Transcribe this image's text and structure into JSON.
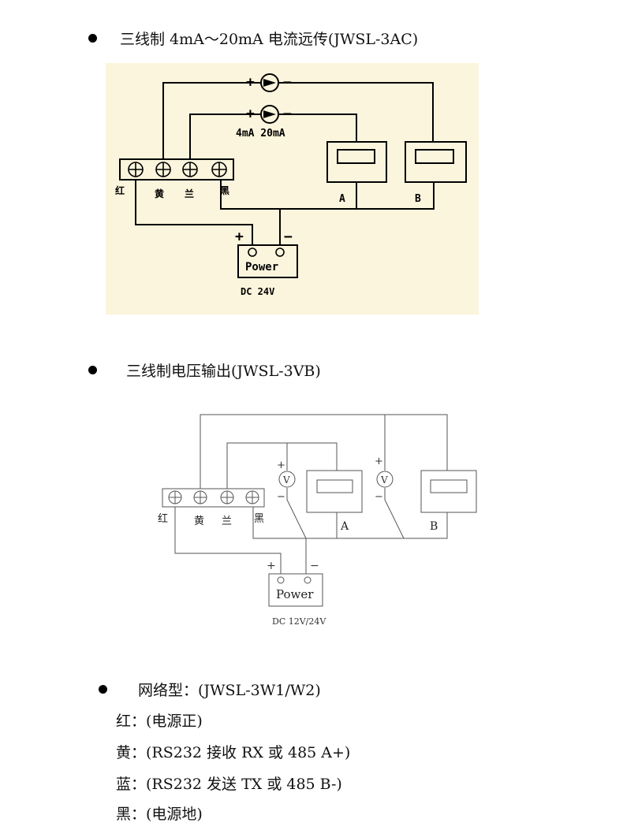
{
  "section1": {
    "title": "三线制 4mA～20mA 电流远传(JWSL-3AC)",
    "meter_plus": "+",
    "meter_minus": "−",
    "signal_label": "4mA 20mA",
    "terminals": [
      "红",
      "黄",
      "兰",
      "黑"
    ],
    "device_a": "A",
    "device_b": "B",
    "power_label": "Power",
    "power_plus": "+",
    "power_minus": "−",
    "supply_label": "DC 24V",
    "colors": {
      "panel_bg": "#fbf5dd",
      "line": "#000000"
    }
  },
  "section2": {
    "title": "三线制电压输出(JWSL-3VB)",
    "meter_symbol": "V",
    "meter_plus": "+",
    "meter_minus": "−",
    "terminals": [
      "红",
      "黄",
      "兰",
      "黑"
    ],
    "device_a": "A",
    "device_b": "B",
    "power_label": "Power",
    "power_plus": "+",
    "power_minus": "−",
    "supply_label": "DC 12V/24V",
    "colors": {
      "line": "#444444"
    }
  },
  "section3": {
    "title": "网络型：(JWSL-3W1/W2)",
    "lines": [
      "红：(电源正)",
      "黄：(RS232 接收 RX 或 485 A+)",
      "蓝：(RS232 发送 TX 或 485 B-)",
      "黑：(电源地)"
    ]
  }
}
